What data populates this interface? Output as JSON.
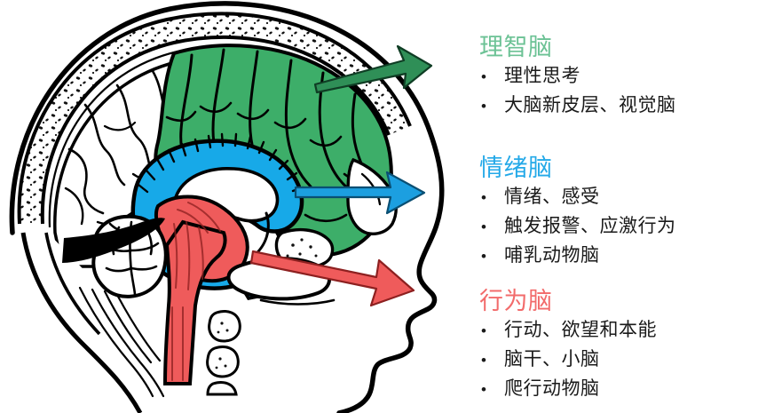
{
  "figure": {
    "title": "triune-brain-sagittal-head-diagram",
    "regions": [
      {
        "name": "neocortex",
        "label": "green-cortex",
        "color": "#3DAE69"
      },
      {
        "name": "limbic-system",
        "label": "blue-limbic",
        "color": "#17A9E8"
      },
      {
        "name": "brainstem",
        "label": "red-brainstem",
        "color": "#EF5B5B"
      },
      {
        "name": "cerebellum",
        "label": "white-cerebellum",
        "color": "#FFFFFF"
      },
      {
        "name": "skull",
        "label": "skull-outline",
        "color": "#000000"
      }
    ]
  },
  "arrows": [
    {
      "name": "green-arrow",
      "color": "#2F8F57",
      "points_to": "rational-brain"
    },
    {
      "name": "blue-arrow",
      "color": "#1C9FE0",
      "points_to": "emotional-brain"
    },
    {
      "name": "red-arrow",
      "color": "#EF5B5B",
      "points_to": "behavioral-brain"
    }
  ],
  "colors": {
    "green": "#6CC295",
    "blue": "#24A9E8",
    "red": "#F26B6B",
    "body_text": "#1a1a1a",
    "background": "#ffffff"
  },
  "bullet_glyph": "•",
  "sections": [
    {
      "id": "rational",
      "heading": "理智脑",
      "heading_color": "#6CC295",
      "bullets": [
        "理性思考",
        "大脑新皮层、视觉脑"
      ]
    },
    {
      "id": "emotional",
      "heading": "情绪脑",
      "heading_color": "#24A9E8",
      "bullets": [
        "情绪、感受",
        "触发报警、应激行为",
        "哺乳动物脑"
      ]
    },
    {
      "id": "behavioral",
      "heading": "行为脑",
      "heading_color": "#F26B6B",
      "bullets": [
        "行动、欲望和本能",
        "脑干、小脑",
        "爬行动物脑"
      ]
    }
  ]
}
